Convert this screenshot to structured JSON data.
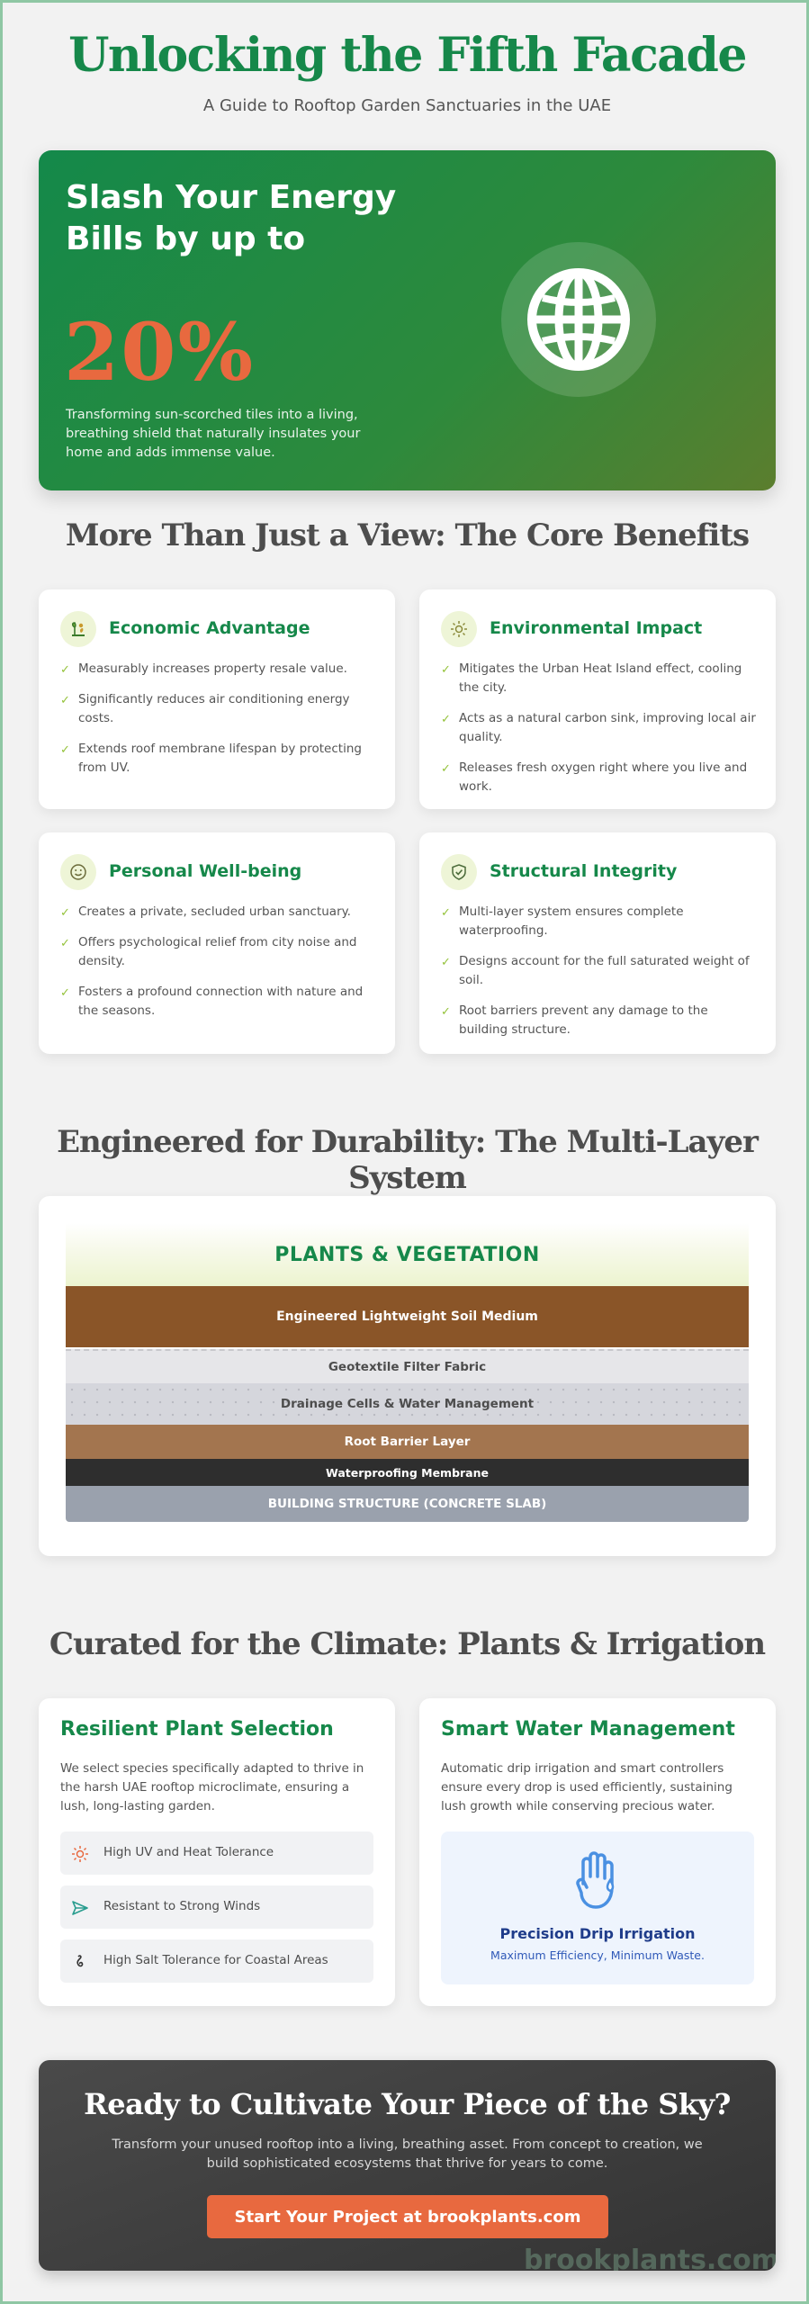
{
  "header": {
    "title": "Unlocking the Fifth Facade",
    "subtitle": "A Guide to Rooftop Garden Sanctuaries in the UAE"
  },
  "hero": {
    "heading": "Slash Your Energy Bills by up to",
    "big_value": "20%",
    "text": "Transforming sun-scorched tiles into a living, breathing shield that naturally insulates your home and adds immense value.",
    "icon": "globe-icon"
  },
  "benefits": {
    "title": "More Than Just a View: The Core Benefits",
    "cards": [
      {
        "title": "Economic Advantage",
        "icon": "money-plant-icon",
        "items": [
          "Measurably increases property resale value.",
          "Significantly reduces air conditioning energy costs.",
          "Extends roof membrane lifespan by protecting from UV."
        ]
      },
      {
        "title": "Environmental Impact",
        "icon": "sun-icon",
        "items": [
          "Mitigates the Urban Heat Island effect, cooling the city.",
          "Acts as a natural carbon sink, improving local air quality.",
          "Releases fresh oxygen right where you live and work."
        ]
      },
      {
        "title": "Personal Well-being",
        "icon": "smile-icon",
        "items": [
          "Creates a private, secluded urban sanctuary.",
          "Offers psychological relief from city noise and density.",
          "Fosters a profound connection with nature and the seasons."
        ]
      },
      {
        "title": "Structural Integrity",
        "icon": "shield-check-icon",
        "items": [
          "Multi-layer system ensures complete waterproofing.",
          "Designs account for the full saturated weight of soil.",
          "Root barriers prevent any damage to the building structure."
        ]
      }
    ]
  },
  "layers": {
    "title": "Engineered for Durability: The Multi-Layer System",
    "plants": "PLANTS & VEGETATION",
    "soil": "Engineered Lightweight Soil Medium",
    "geotextile": "Geotextile Filter Fabric",
    "drainage": "Drainage Cells & Water Management",
    "root_barrier": "Root Barrier Layer",
    "waterproofing": "Waterproofing Membrane",
    "building": "BUILDING STRUCTURE (CONCRETE SLAB)"
  },
  "climate": {
    "title": "Curated for the Climate: Plants & Irrigation",
    "plants_card": {
      "title": "Resilient Plant Selection",
      "text": "We select species specifically adapted to thrive in the harsh UAE rooftop microclimate, ensuring a lush, long-lasting garden.",
      "features": [
        {
          "label": "High UV and Heat Tolerance",
          "icon": "sun-icon"
        },
        {
          "label": "Resistant to Strong Winds",
          "icon": "send-icon"
        },
        {
          "label": "High Salt Tolerance for Coastal Areas",
          "icon": "salt-icon"
        }
      ]
    },
    "water_card": {
      "title": "Smart Water Management",
      "text": "Automatic drip irrigation and smart controllers ensure every drop is used efficiently, sustaining lush growth while conserving precious water.",
      "drip_title": "Precision Drip Irrigation",
      "drip_subtitle": "Maximum Efficiency, Minimum Waste.",
      "icon": "hand-water-icon"
    }
  },
  "cta": {
    "title": "Ready to Cultivate Your Piece of the Sky?",
    "text": "Transform your unused rooftop into a living, breathing asset. From concept to creation, we build sophisticated ecosystems that thrive for years to come.",
    "button": "Start Your Project at brookplants.com",
    "watermark": "brookplants.com"
  },
  "colors": {
    "brand_green": "#16884a",
    "accent_orange": "#e8693f",
    "check_green": "#94c23a",
    "drip_blue": "#1f3c8a"
  }
}
